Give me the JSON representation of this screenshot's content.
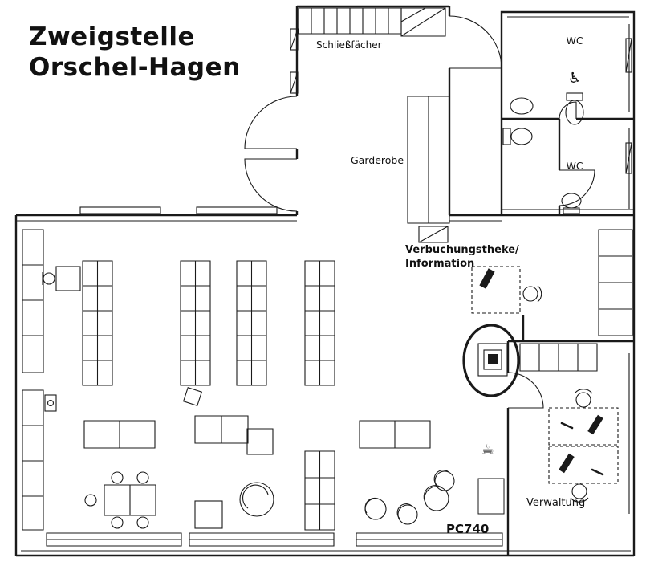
{
  "title": {
    "line1": "Zweigstelle",
    "line2": "Orschel-Hagen"
  },
  "labels": {
    "lockers": "Schließfächer",
    "cloakroom": "Garderobe",
    "wc_accessible": "WC",
    "wc_staff": "WC",
    "checkout_line1": "Verbuchungstheke/",
    "checkout_line2": "Information",
    "administration": "Verwaltung",
    "pc_station": "PC740"
  },
  "icons": {
    "wheelchair": "♿",
    "coffee": "☕"
  },
  "colors": {
    "title_blue": "#1c5c9e",
    "highlight_red": "#e8000d",
    "wall": "#1a1a1a",
    "gray_fill": "#b3b3b3"
  }
}
